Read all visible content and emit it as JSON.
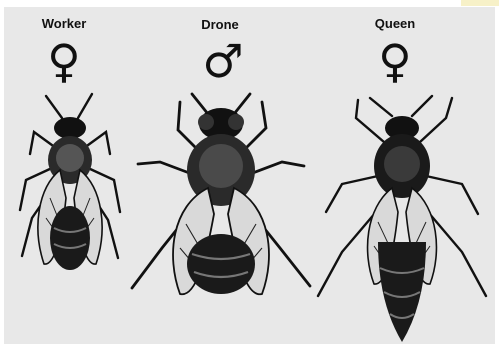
{
  "castes": [
    {
      "label": "Worker",
      "symbol": "♀"
    },
    {
      "label": "Drone",
      "symbol": "♂"
    },
    {
      "label": "Queen",
      "symbol": "♀"
    }
  ],
  "colors": {
    "background": "#e8e8e8",
    "ink": "#111111",
    "wing": "#d9d9d9"
  }
}
